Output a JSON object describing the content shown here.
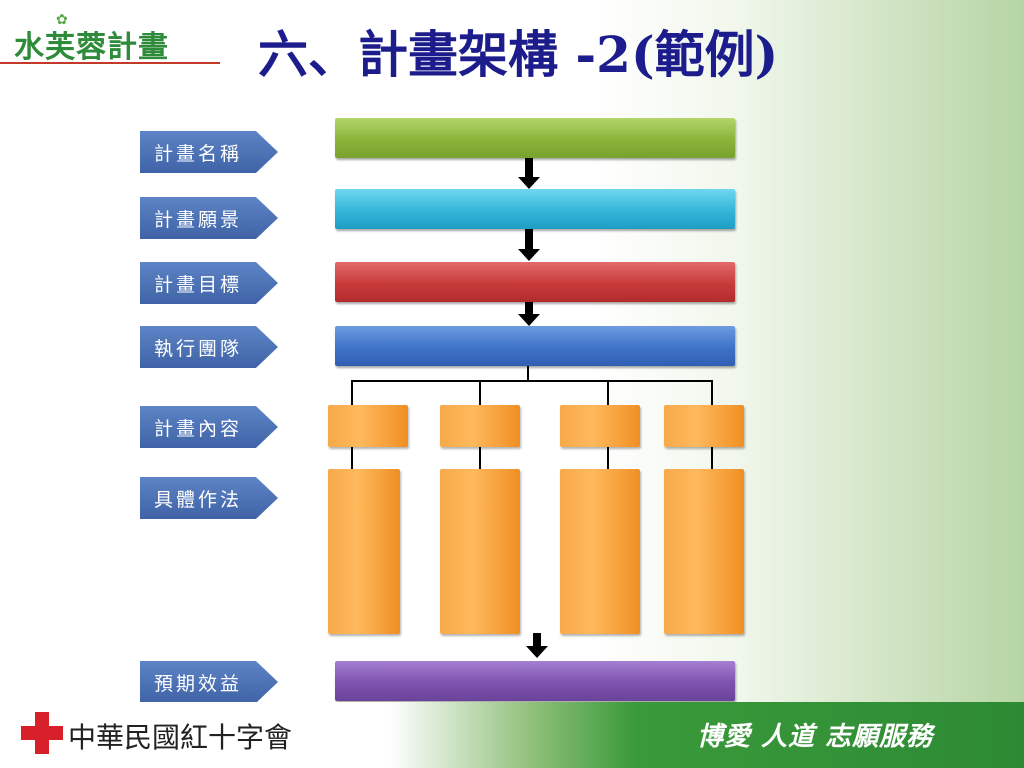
{
  "logo": {
    "text": "水芙蓉計畫"
  },
  "title": "六、計畫架構 -2(範例)",
  "labels": [
    "計畫名稱",
    "計畫願景",
    "計畫目標",
    "執行團隊",
    "計畫內容",
    "具體作法",
    "預期效益"
  ],
  "colors": {
    "label_blue": "#4a6fb5",
    "bar_green": "#8ab43a",
    "bar_cyan": "#33b6da",
    "bar_red": "#c83a3a",
    "bar_blue": "#3f73c8",
    "content_orange": "#f59a30",
    "bar_purple": "#7c52ae",
    "title_navy": "#1c1c8c",
    "red_cross": "#d8202a"
  },
  "footer": {
    "organization": "中華民國紅十字會",
    "motto": "博愛 人道 志願服務"
  }
}
